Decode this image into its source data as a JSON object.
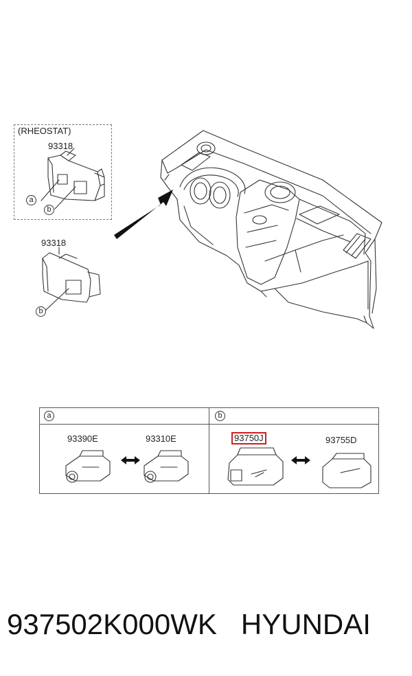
{
  "figure": {
    "rheostat_label": "(RHEOSTAT)",
    "part_rheostat_switch": "93318",
    "part_switch": "93318",
    "callout_a": "a",
    "callout_b": "b",
    "callout_b2": "b"
  },
  "table": {
    "section_a": {
      "key": "a",
      "part_left": "93390E",
      "part_right": "93310E"
    },
    "section_b": {
      "key": "b",
      "part_left": "93750J",
      "part_right": "93755D",
      "highlight_color": "#d21c1c"
    }
  },
  "footer": {
    "part_number": "937502K000WK",
    "brand": "HYUNDAI"
  },
  "icons": [
    "double-arrow-icon",
    "dashboard-drawing",
    "switch-drawing"
  ]
}
